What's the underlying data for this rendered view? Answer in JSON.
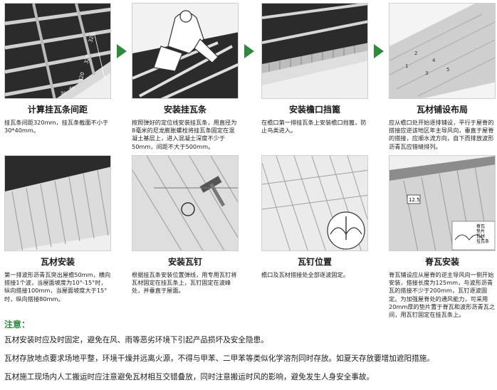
{
  "steps": [
    {
      "title": "计算挂瓦条间距",
      "desc": "挂瓦条间距320mm，挂瓦条截面不小于30*40mm。",
      "dims": [
        "320",
        "320",
        "320",
        "30",
        "40"
      ]
    },
    {
      "title": "安装挂瓦条",
      "desc": "按照弹好的定位线安装挂瓦条，用直径为8毫米的尼龙膨胀螺栓将挂瓦条固定在混凝土基层上，进入混凝土深度不少于50mm，间距不大于500mm。"
    },
    {
      "title": "安装檐口挡篦",
      "desc": "在檐口第一排挂瓦条上安装檐口挡篦，防止鸟类进入。"
    },
    {
      "title": "瓦材铺设布局",
      "desc": "应从檐口处开始逐排铺设，平行于屋脊的搭接应逆该地区年主导风向，垂直于屋脊的搭接，应顺水流方向，自下而排放波形沥青瓦应错缝排列。",
      "numbers": [
        "1",
        "2",
        "3",
        "4",
        "5"
      ]
    },
    {
      "title": "瓦材安装",
      "desc": "第一排波形沥青瓦突出屋檐50mm，横向搭接1个波，当屋面坡度为10°-15°时，纵向搭接100mm，当屋面坡度大于15°时，纵向搭接80mm。"
    },
    {
      "title": "安装瓦钉",
      "desc": "根据挂瓦条安装位置弹线，用专用瓦钉将瓦材固定在挂瓦条上，瓦钉固定在波峰处，并垂直于屋面。"
    },
    {
      "title": "瓦钉位置",
      "desc": "檐口及瓦材搭接处全部逐波固定。"
    },
    {
      "title": "脊瓦安装",
      "desc": "脊瓦铺设应从屋脊的逆主导风向一侧开始安装，搭接长度为125mm，与波形沥青瓦的搭接不少于200mm，瓦钉逐波固定。为加强屋脊处的通风能力，可采用20mm厚的垫片置于脊瓦和波形沥青瓦之间，用瓦钉固定在挂瓦条上。",
      "dim": "12.5",
      "legend": [
        "脊瓦",
        "垫片",
        "瓦材",
        "挂瓦条"
      ]
    }
  ],
  "notes": {
    "title": "注意：",
    "items": [
      "瓦材安装时应及时固定，避免在风、雨等恶劣环境下引起产品损坏及安全隐患。",
      "瓦材存放地点要求场地平整，环境干燥并远离火源，不得与甲苯、二甲苯等类似化学溶剂同时存放。如夏天存放要增加遮阳措施。",
      "瓦材施工现场内人工搬运时应注意避免瓦材相互交错叠放，同时注意搬运时风的影响，避免发生人身安全事故。"
    ]
  },
  "colors": {
    "accent_green": "#2e8b3e",
    "roof_dark": "#2b2b2b",
    "tile_light": "#e8e8e8"
  }
}
